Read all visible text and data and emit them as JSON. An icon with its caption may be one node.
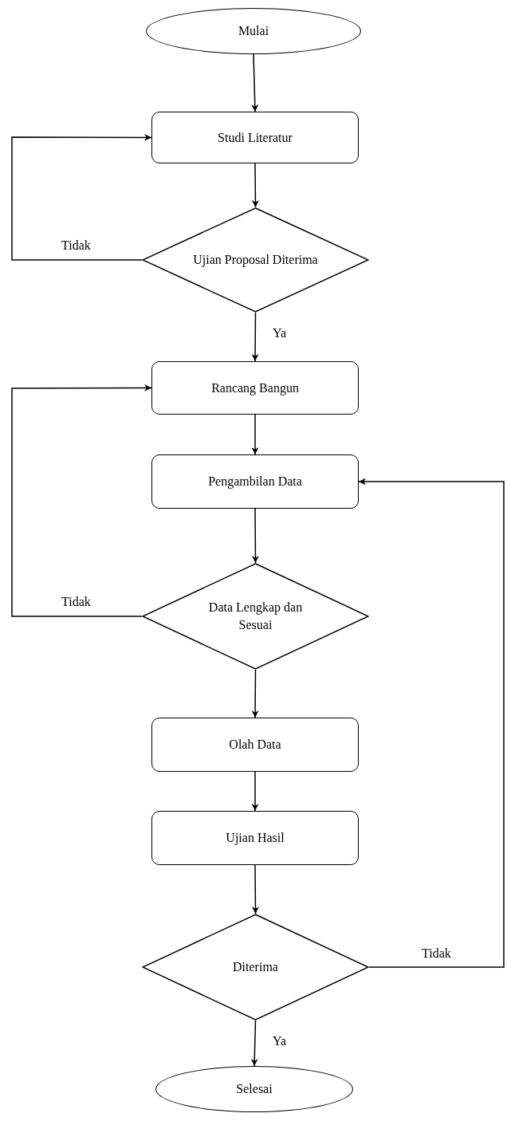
{
  "diagram": {
    "nodes": [
      {
        "text": [
          "Mulai"
        ]
      },
      {
        "text": [
          "Studi Literatur"
        ]
      },
      {
        "text": [
          "Ujian Proposal Diterima"
        ]
      },
      {
        "text": [
          "Rancang Bangun"
        ]
      },
      {
        "text": [
          "Pengambilan Data"
        ]
      },
      {
        "text": [
          "Data Lengkap dan Sesuai"
        ]
      },
      {
        "text": [
          "Olah Data"
        ]
      },
      {
        "text": [
          "Ujian Hasil"
        ]
      },
      {
        "text": [
          "Diterima"
        ]
      },
      {
        "text": [
          "Selesai"
        ]
      }
    ],
    "edges": [
      {
        "from": 0,
        "to": 1,
        "arrow": "to"
      },
      {
        "from": 1,
        "to": 2,
        "arrow": "to"
      },
      {
        "from": 2,
        "to": 1,
        "arrow": "to",
        "label": "Tidak"
      },
      {
        "from": 2,
        "to": 3,
        "arrow": "to",
        "label": "Ya"
      },
      {
        "from": 3,
        "to": 4,
        "arrow": "to"
      },
      {
        "from": 4,
        "to": 5,
        "arrow": "to"
      },
      {
        "from": 5,
        "to": 3,
        "arrow": "to",
        "label": "Tidak"
      },
      {
        "from": 5,
        "to": 6,
        "arrow": "to"
      },
      {
        "from": 6,
        "to": 7,
        "arrow": "to"
      },
      {
        "from": 7,
        "to": 8,
        "arrow": "to"
      },
      {
        "from": 8,
        "to": 4,
        "arrow": "to",
        "label": "Tidak"
      },
      {
        "from": 8,
        "to": 9,
        "arrow": "to",
        "label": "Ya"
      }
    ]
  }
}
